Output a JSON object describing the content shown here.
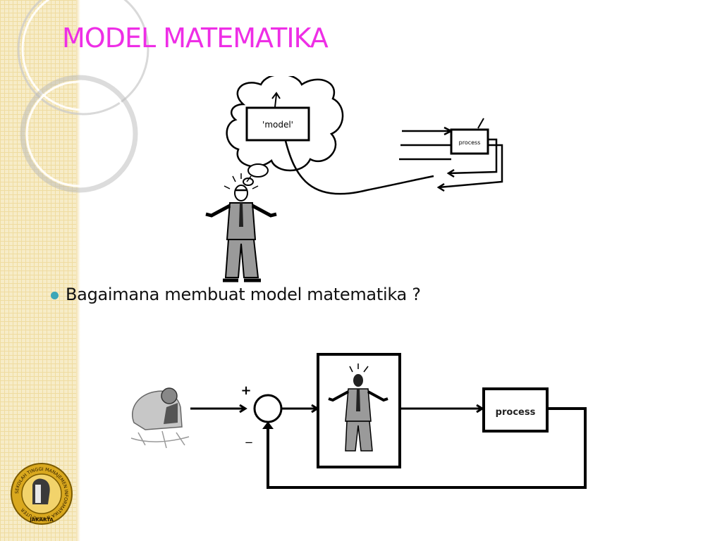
{
  "slide": {
    "title": "MODEL MATEMATIKA",
    "bullet": "Bagaimana membuat model matematika ?"
  },
  "top_diagram": {
    "model_label": "'model'",
    "process_label": "process"
  },
  "bottom_diagram": {
    "plus_sign": "+",
    "minus_sign": "_",
    "process_label": "process"
  },
  "seal": {
    "ring_text": "SEKOLAH TINGGI MANAJEMEN INFORMATIKA & KOMPUTER",
    "city_text": "JAKARTA"
  },
  "colors": {
    "title": "#ee2ee6",
    "bullet": "#3ba6b8",
    "sidebar": "#f7ecc8",
    "seal_gold": "#d9a81e"
  }
}
